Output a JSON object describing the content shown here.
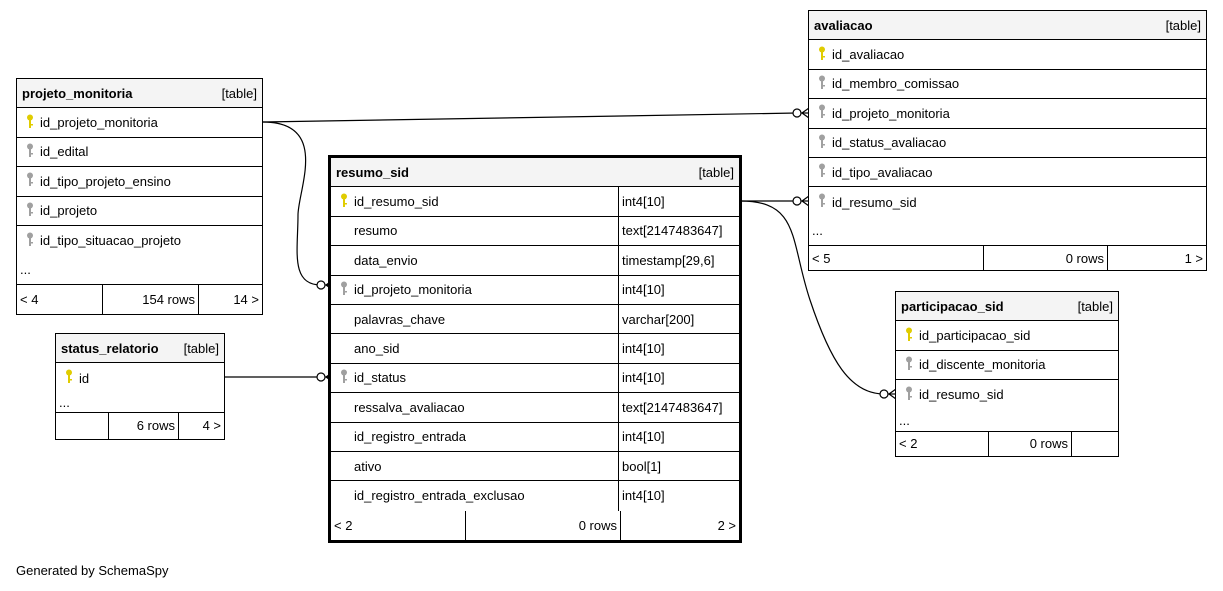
{
  "colors": {
    "primary_key_icon": "#e0cc00",
    "foreign_key_icon": "#a0a0a0",
    "header_bg": "#f4f4f4"
  },
  "tables": {
    "projeto_monitoria": {
      "name": "projeto_monitoria",
      "kind": "[table]",
      "columns": [
        {
          "name": "id_projeto_monitoria",
          "icon": "primary-key-icon"
        },
        {
          "name": "id_edital",
          "icon": "foreign-key-icon"
        },
        {
          "name": "id_tipo_projeto_ensino",
          "icon": "foreign-key-icon"
        },
        {
          "name": "id_projeto",
          "icon": "foreign-key-icon"
        },
        {
          "name": "id_tipo_situacao_projeto",
          "icon": "foreign-key-icon"
        }
      ],
      "ellipsis": "...",
      "footer": {
        "left": "< 4",
        "rows": "154 rows",
        "right": "14 >"
      }
    },
    "status_relatorio": {
      "name": "status_relatorio",
      "kind": "[table]",
      "columns": [
        {
          "name": "id",
          "icon": "primary-key-icon"
        }
      ],
      "ellipsis": "...",
      "footer": {
        "left": "",
        "rows": "6 rows",
        "right": "4 >"
      }
    },
    "resumo_sid": {
      "name": "resumo_sid",
      "kind": "[table]",
      "columns": [
        {
          "name": "id_resumo_sid",
          "type": "int4[10]",
          "icon": "primary-key-icon"
        },
        {
          "name": "resumo",
          "type": "text[2147483647]",
          "icon": ""
        },
        {
          "name": "data_envio",
          "type": "timestamp[29,6]",
          "icon": ""
        },
        {
          "name": "id_projeto_monitoria",
          "type": "int4[10]",
          "icon": "foreign-key-icon"
        },
        {
          "name": "palavras_chave",
          "type": "varchar[200]",
          "icon": ""
        },
        {
          "name": "ano_sid",
          "type": "int4[10]",
          "icon": ""
        },
        {
          "name": "id_status",
          "type": "int4[10]",
          "icon": "foreign-key-icon"
        },
        {
          "name": "ressalva_avaliacao",
          "type": "text[2147483647]",
          "icon": ""
        },
        {
          "name": "id_registro_entrada",
          "type": "int4[10]",
          "icon": ""
        },
        {
          "name": "ativo",
          "type": "bool[1]",
          "icon": ""
        },
        {
          "name": "id_registro_entrada_exclusao",
          "type": "int4[10]",
          "icon": ""
        }
      ],
      "footer": {
        "left": "< 2",
        "rows": "0 rows",
        "right": "2 >"
      }
    },
    "avaliacao": {
      "name": "avaliacao",
      "kind": "[table]",
      "columns": [
        {
          "name": "id_avaliacao",
          "icon": "primary-key-icon"
        },
        {
          "name": "id_membro_comissao",
          "icon": "foreign-key-icon"
        },
        {
          "name": "id_projeto_monitoria",
          "icon": "foreign-key-icon"
        },
        {
          "name": "id_status_avaliacao",
          "icon": "foreign-key-icon"
        },
        {
          "name": "id_tipo_avaliacao",
          "icon": "foreign-key-icon"
        },
        {
          "name": "id_resumo_sid",
          "icon": "foreign-key-icon"
        }
      ],
      "ellipsis": "...",
      "footer": {
        "left": "< 5",
        "rows": "0 rows",
        "right": "1 >"
      }
    },
    "participacao_sid": {
      "name": "participacao_sid",
      "kind": "[table]",
      "columns": [
        {
          "name": "id_participacao_sid",
          "icon": "primary-key-icon"
        },
        {
          "name": "id_discente_monitoria",
          "icon": "foreign-key-icon"
        },
        {
          "name": "id_resumo_sid",
          "icon": "foreign-key-icon"
        }
      ],
      "ellipsis": "...",
      "footer": {
        "left": "< 2",
        "rows": "0 rows",
        "right": ""
      }
    }
  },
  "generated_by": "Generated by SchemaSpy"
}
